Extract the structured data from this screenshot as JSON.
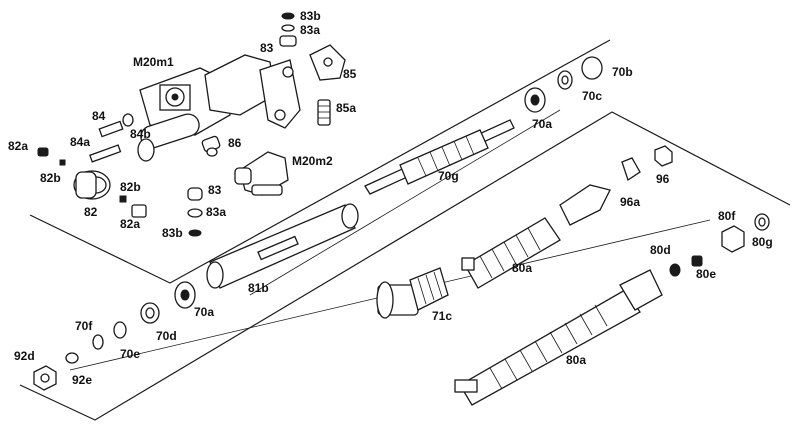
{
  "diagram": {
    "title": "Exploded view: steering column assembly",
    "labels": {
      "l83b_top": "83b",
      "l83a_top": "83a",
      "l83_top": "83",
      "l85": "85",
      "l85a": "85a",
      "lM20m1": "M20m1",
      "l84": "84",
      "l84a": "84a",
      "l84b": "84b",
      "l86": "86",
      "lM20m2": "M20m2",
      "l82a_top": "82a",
      "l82b_left": "82b",
      "l82b_right": "82b",
      "l82": "82",
      "l82a_bottom": "82a",
      "l83_bottom": "83",
      "l83a_bottom": "83a",
      "l83b_bottom": "83b",
      "l70b": "70b",
      "l70c_top": "70c",
      "l70a_top": "70a",
      "l70g": "70g",
      "l96": "96",
      "l96a": "96a",
      "l80f": "80f",
      "l80g": "80g",
      "l80d": "80d",
      "l80e": "80e",
      "l80a_upper": "80a",
      "l80a_lower": "80a",
      "l81b": "81b",
      "l71c": "71c",
      "l70a_bottom": "70a",
      "l70d": "70d",
      "l70f": "70f",
      "l70e": "70e",
      "l92d": "92d",
      "l92e": "92e"
    }
  }
}
